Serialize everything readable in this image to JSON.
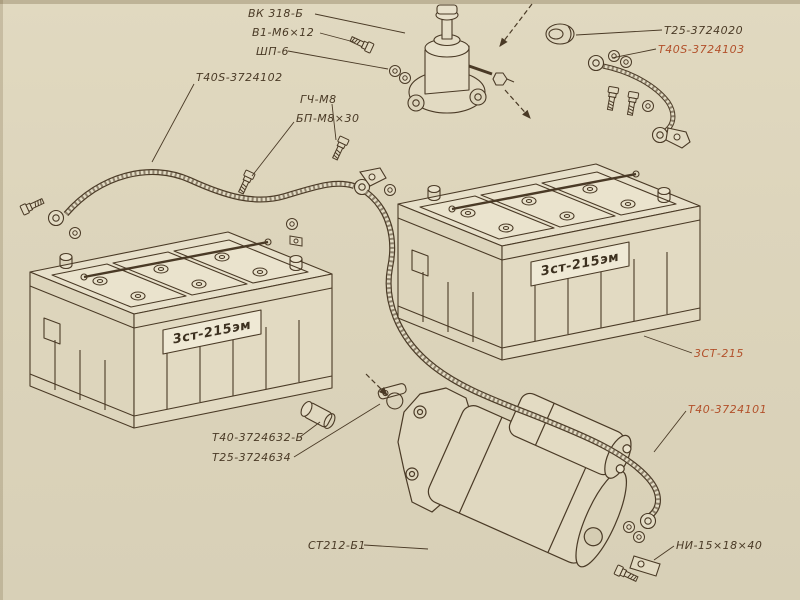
{
  "palette": {
    "paper": "#ddd5bc",
    "ink": "#4a3a26",
    "accent": "#b2502a"
  },
  "labels": {
    "vk318": "ВК 318-Б",
    "v1m6": "В1-М6×12",
    "shp6": "ШП-6",
    "t25_3724020": "Т25-3724020",
    "t40s_3724103": "Т40S-3724103",
    "t40s_3724102": "Т40S-3724102",
    "gch_m8": "ГЧ-М8",
    "bp_m8_30": "БП-М8×30",
    "battery_left_plate": "3ст-215эм",
    "battery_right_plate": "3ст-215эм",
    "battery_type": "3СТ-215",
    "t40_3724101": "Т40-3724101",
    "t40_3724632": "Т40-3724632-Б",
    "t25_3724634": "Т25-3724634",
    "st212": "СТ212-Б1",
    "ni_bolt": "НИ-15×18×40"
  }
}
